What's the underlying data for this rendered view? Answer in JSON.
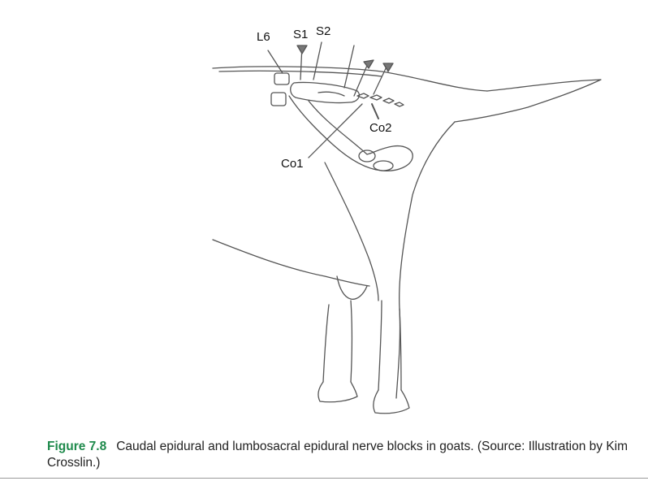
{
  "figure": {
    "number": "Figure 7.8",
    "caption": "Caudal epidural and lumbosacral epidural nerve blocks in goats. (Source: Illustration by Kim Crosslin.)",
    "labels": {
      "l6": "L6",
      "s1": "S1",
      "s2": "S2",
      "co1": "Co1",
      "co2": "Co2"
    }
  },
  "colors": {
    "caption_number": "#1f8a4c",
    "drawing": "#555555"
  }
}
